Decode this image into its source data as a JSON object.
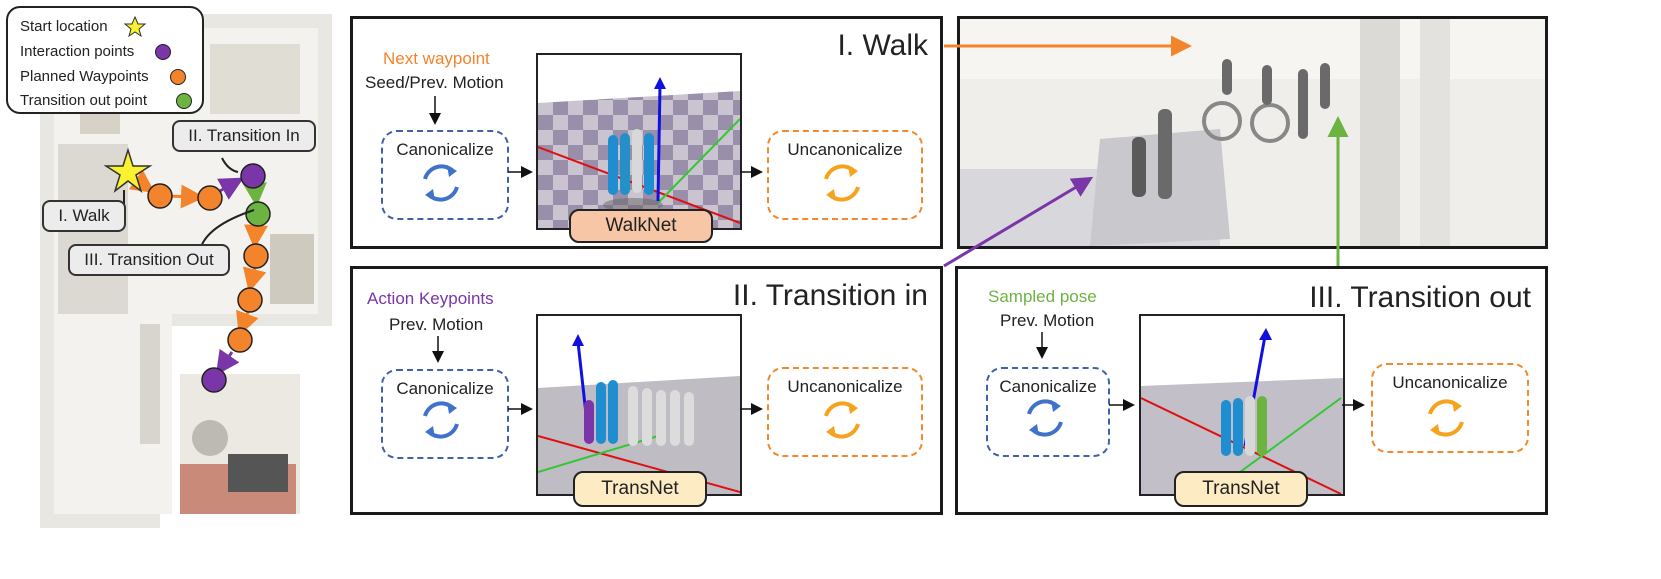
{
  "legend": {
    "start_location": "Start location",
    "interaction_points": "Interaction points",
    "planned_waypoints": "Planned Waypoints",
    "transition_out_point": "Transition out point"
  },
  "map_callouts": {
    "walk": "I. Walk",
    "transition_in": "II. Transition In",
    "transition_out": "III. Transition Out"
  },
  "panels": {
    "walk": {
      "title": "I. Walk",
      "input_label": "Next waypoint",
      "input_sub": "Seed/Prev. Motion",
      "canon": "Canonicalize",
      "uncanon": "Uncanonicalize",
      "net": "WalkNet"
    },
    "transition_in": {
      "title": "II. Transition in",
      "input_label": "Action Keypoints",
      "input_sub": "Prev. Motion",
      "canon": "Canonicalize",
      "uncanon": "Uncanonicalize",
      "net": "TransNet"
    },
    "transition_out": {
      "title": "III. Transition out",
      "input_label": "Sampled pose",
      "input_sub": "Prev. Motion",
      "canon": "Canonicalize",
      "uncanon": "Uncanonicalize",
      "net": "TransNet"
    }
  },
  "colors": {
    "orange": "#f4842c",
    "purple": "#7a35a8",
    "green": "#6cb342",
    "blue": "#3f62a8",
    "walknet_fill": "#f7c6a6",
    "transnet_fill": "#fdebc4",
    "star": "#f8f230"
  }
}
